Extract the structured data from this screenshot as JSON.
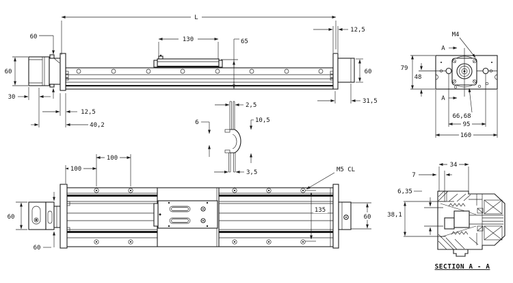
{
  "drawing": {
    "bg_color": "#ffffff",
    "line_color": "#1c1c1c",
    "side_view": {
      "length": "L",
      "carriage_length": "130",
      "overall_height": "65",
      "flange_offset": "60",
      "motor_height": "60",
      "motor_depth": "30",
      "plate_thickness_left": "12,5",
      "motor_overhang": "40,2",
      "plate_thickness_right": "12,5",
      "end_block_height": "60",
      "end_block_depth": "31,5"
    },
    "detail_view": {
      "strip_width_top": "2,5",
      "gap_height": "6",
      "clip_height": "10,5",
      "strip_width_bottom": "3,5"
    },
    "end_view": {
      "thread_callout": "M4",
      "section_label_top": "A",
      "section_label_bottom": "A",
      "body_height": "79",
      "axis_height": "48",
      "bolt_circle": "66,68",
      "hole_spacing": "95",
      "body_width": "160"
    },
    "plan_view": {
      "edge_pitch": "100",
      "hole_pitch": "100",
      "motor_width": "60",
      "motor_offset": "60",
      "thread_callout": "M5 CL",
      "hole_row_spacing": "135",
      "block_width": "60"
    },
    "section_view": {
      "title": "SECTION A - A",
      "body_width": "34",
      "belt_offset": "7",
      "belt_width": "6,35",
      "bore_height": "38,1"
    }
  }
}
